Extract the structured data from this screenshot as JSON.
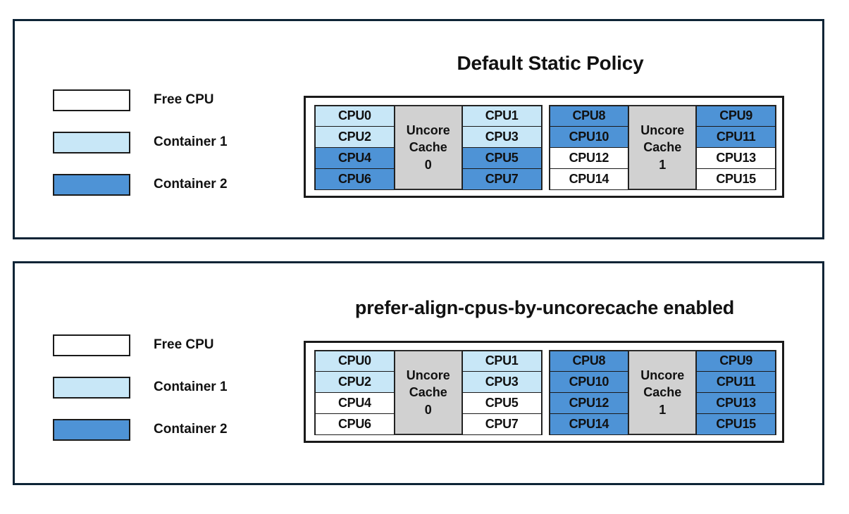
{
  "colors": {
    "free_cpu": "#ffffff",
    "container1": "#c8e7f7",
    "container2": "#4e93d6",
    "uncore_cache": "#d1d1d1",
    "panel_border": "#0d2436",
    "cell_border": "#1a1a1a"
  },
  "legend": {
    "items": [
      {
        "label": "Free CPU",
        "fill": "free"
      },
      {
        "label": "Container 1",
        "fill": "c1"
      },
      {
        "label": "Container 2",
        "fill": "c2"
      }
    ]
  },
  "panels": [
    {
      "id": "default-static-policy",
      "title": "Default Static Policy",
      "groups": [
        {
          "cache_label_line1": "Uncore",
          "cache_label_line2": "Cache",
          "cache_index": "0",
          "left_column": [
            {
              "label": "CPU0",
              "fill": "c1"
            },
            {
              "label": "CPU2",
              "fill": "c1"
            },
            {
              "label": "CPU4",
              "fill": "c2"
            },
            {
              "label": "CPU6",
              "fill": "c2"
            }
          ],
          "right_column": [
            {
              "label": "CPU1",
              "fill": "c1"
            },
            {
              "label": "CPU3",
              "fill": "c1"
            },
            {
              "label": "CPU5",
              "fill": "c2"
            },
            {
              "label": "CPU7",
              "fill": "c2"
            }
          ]
        },
        {
          "cache_label_line1": "Uncore",
          "cache_label_line2": "Cache",
          "cache_index": "1",
          "left_column": [
            {
              "label": "CPU8",
              "fill": "c2"
            },
            {
              "label": "CPU10",
              "fill": "c2"
            },
            {
              "label": "CPU12",
              "fill": "free"
            },
            {
              "label": "CPU14",
              "fill": "free"
            }
          ],
          "right_column": [
            {
              "label": "CPU9",
              "fill": "c2"
            },
            {
              "label": "CPU11",
              "fill": "c2"
            },
            {
              "label": "CPU13",
              "fill": "free"
            },
            {
              "label": "CPU15",
              "fill": "free"
            }
          ]
        }
      ]
    },
    {
      "id": "prefer-align-cpus-by-uncorecache",
      "title": "prefer-align-cpus-by-uncorecache enabled",
      "groups": [
        {
          "cache_label_line1": "Uncore",
          "cache_label_line2": "Cache",
          "cache_index": "0",
          "left_column": [
            {
              "label": "CPU0",
              "fill": "c1"
            },
            {
              "label": "CPU2",
              "fill": "c1"
            },
            {
              "label": "CPU4",
              "fill": "free"
            },
            {
              "label": "CPU6",
              "fill": "free"
            }
          ],
          "right_column": [
            {
              "label": "CPU1",
              "fill": "c1"
            },
            {
              "label": "CPU3",
              "fill": "c1"
            },
            {
              "label": "CPU5",
              "fill": "free"
            },
            {
              "label": "CPU7",
              "fill": "free"
            }
          ]
        },
        {
          "cache_label_line1": "Uncore",
          "cache_label_line2": "Cache",
          "cache_index": "1",
          "left_column": [
            {
              "label": "CPU8",
              "fill": "c2"
            },
            {
              "label": "CPU10",
              "fill": "c2"
            },
            {
              "label": "CPU12",
              "fill": "c2"
            },
            {
              "label": "CPU14",
              "fill": "c2"
            }
          ],
          "right_column": [
            {
              "label": "CPU9",
              "fill": "c2"
            },
            {
              "label": "CPU11",
              "fill": "c2"
            },
            {
              "label": "CPU13",
              "fill": "c2"
            },
            {
              "label": "CPU15",
              "fill": "c2"
            }
          ]
        }
      ]
    }
  ]
}
